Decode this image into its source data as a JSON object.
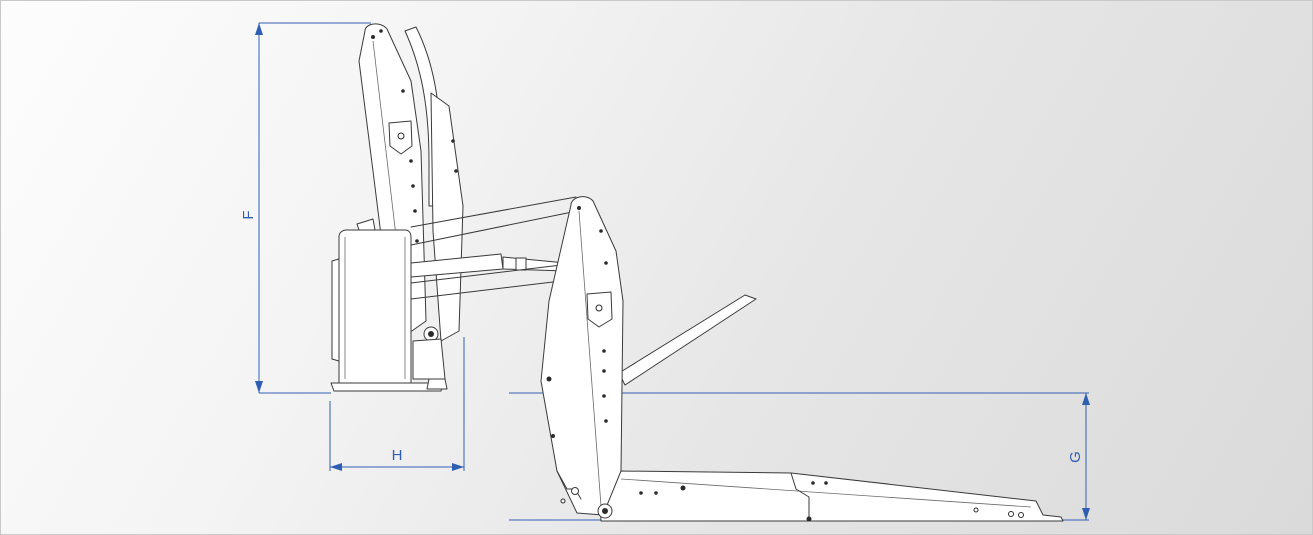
{
  "dimensions": {
    "F": "F",
    "G": "G",
    "H": "H"
  },
  "colors": {
    "dimension": "#2f5fb3",
    "outline": "#3a3a3a",
    "background": "#ececec"
  }
}
